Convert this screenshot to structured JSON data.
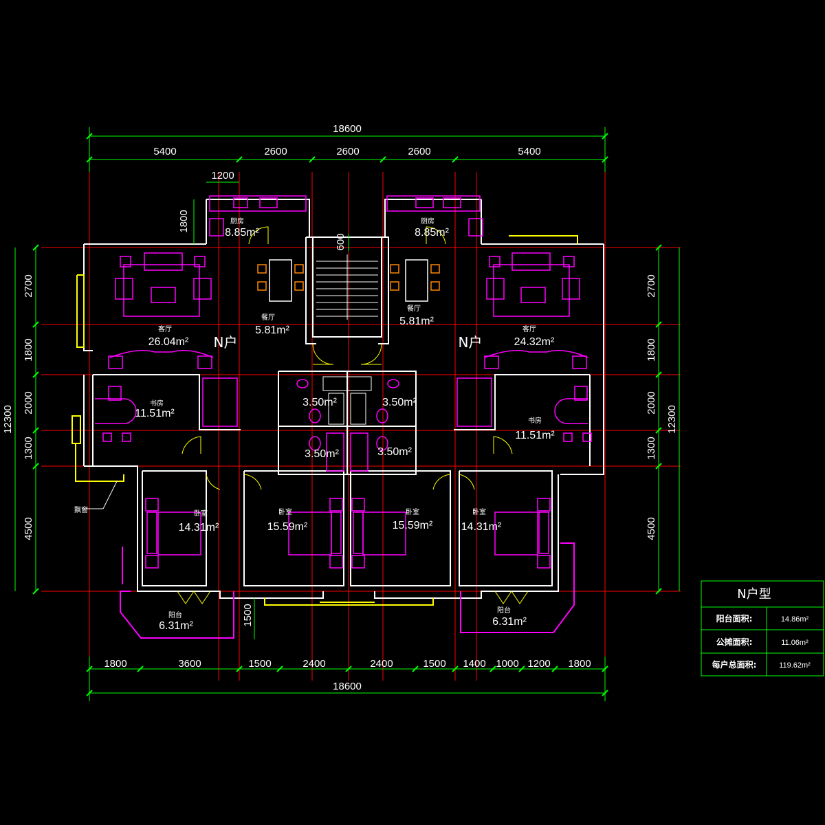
{
  "dimensions": {
    "top_total": "18600",
    "top_segments": [
      "5400",
      "2600",
      "2600",
      "2600",
      "5400"
    ],
    "kitchen_width": "1200",
    "kitchen_depth": "1800",
    "stair_offset": "600",
    "bottom_total": "18600",
    "bottom_segments": [
      "1800",
      "3600",
      "1500",
      "2400",
      "2400",
      "1500",
      "1400",
      "1000",
      "1200",
      "1800"
    ],
    "balcony_depth": "1500",
    "left_total": "12300",
    "left_segments": [
      "2700",
      "1800",
      "2000",
      "1300",
      "4500"
    ],
    "right_total": "12300",
    "right_segments": [
      "2700",
      "1800",
      "2000",
      "1300",
      "4500"
    ]
  },
  "rooms": {
    "kitchen_left_label": "厨房",
    "kitchen_left_area": "8.85m²",
    "kitchen_right_label": "厨房",
    "kitchen_right_area": "8.85m²",
    "living_left_label": "客厅",
    "living_left_area": "26.04m²",
    "living_right_label": "客厅",
    "living_right_area": "24.32m²",
    "dining_left_label": "餐厅",
    "dining_left_area": "5.81m²",
    "dining_right_label": "餐厅",
    "dining_right_area": "5.81m²",
    "unit_left": "N户",
    "unit_right": "N户",
    "study_left_label": "书房",
    "study_left_area": "11.51m²",
    "study_right_label": "书房",
    "study_right_area": "11.51m²",
    "bath_tl_area": "3.50m²",
    "bath_tr_area": "3.50m²",
    "bath_bl_area": "3.50m²",
    "bath_br_area": "3.50m²",
    "bed1_label": "卧室",
    "bed1_area": "14.31m²",
    "bed2_label": "卧室",
    "bed2_area": "15.59m²",
    "bed3_label": "卧室",
    "bed3_area": "15.59m²",
    "bed4_label": "卧室",
    "bed4_area": "14.31m²",
    "balcony_left_label": "阳台",
    "balcony_left_area": "6.31m²",
    "balcony_right_label": "阳台",
    "balcony_right_area": "6.31m²",
    "window_note": "飘窗"
  },
  "summary_table": {
    "title": "N户型",
    "rows": [
      {
        "label": "阳台面积:",
        "value": "14.86m²"
      },
      {
        "label": "公摊面积:",
        "value": "11.06m²"
      },
      {
        "label": "每户总面积:",
        "value": "119.62m²"
      }
    ]
  },
  "colors": {
    "background": "#000000",
    "dimension": "#00ff00",
    "axis": "#ff0000",
    "wall": "#ffffff",
    "furniture": "#ff00ff",
    "door": "#ffff00",
    "accent": "#ff8800"
  }
}
